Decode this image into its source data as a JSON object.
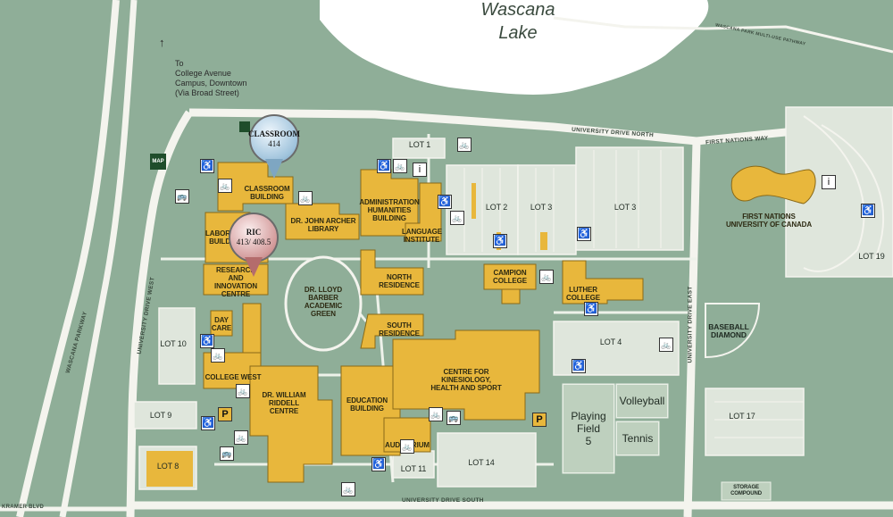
{
  "lake": {
    "name_line1": "Wascana",
    "name_line2": "Lake"
  },
  "directions": {
    "arrow": "↑",
    "text": "To\nCollege Avenue\nCampus, Downtown\n(Via Broad Street)"
  },
  "roads": {
    "university_drive_north": "UNIVERSITY DRIVE NORTH",
    "first_nations_way": "FIRST NATIONS WAY",
    "university_drive_west": "UNIVERSITY DRIVE WEST",
    "university_drive_east": "UNIVERSITY DRIVE EAST",
    "university_drive_south": "UNIVERSITY DRIVE SOUTH",
    "wascana_parkway": "WASCANA PARKWAY",
    "kramer_blvd": "KRAMER BLVD",
    "multi_use_pathway": "WASCANA PARK MULTI-USE PATHWAY"
  },
  "buildings": {
    "classroom": "CLASSROOM\nBUILDING",
    "archer": "DR. JOHN ARCHER\nLIBRARY",
    "admin": "ADMINISTRATION\nHUMANITIES\nBUILDING",
    "language": "LANGUAGE\nINSTITUTE",
    "lab": "LABORATORY\nBUILDING",
    "ric": "RESEARCH\nAND\nINNOVATION CENTRE",
    "north_res": "NORTH RESIDENCE",
    "south_res": "SOUTH RESIDENCE",
    "daycare": "DAY\nCARE",
    "college_west": "COLLEGE WEST",
    "riddell": "DR. WILLIAM\nRIDDELL\nCENTRE",
    "education": "EDUCATION\nBUILDING",
    "auditorium": "AUDITORIUM",
    "kinesiology": "CENTRE FOR\nKINESIOLOGY,\nHEALTH AND SPORT",
    "campion": "CAMPION\nCOLLEGE",
    "luther": "LUTHER\nCOLLEGE",
    "first_nations": "FIRST NATIONS\nUNIVERSITY OF CANADA"
  },
  "green": "DR. LLOYD\nBARBER\nACADEMIC\nGREEN",
  "lots": {
    "lot1": "LOT 1",
    "lot2": "LOT 2",
    "lot3a": "LOT 3",
    "lot3b": "LOT 3",
    "lot4": "LOT 4",
    "lot8": "LOT 8",
    "lot9": "LOT 9",
    "lot10": "LOT 10",
    "lot11": "LOT 11",
    "lot14": "LOT 14",
    "lot17": "LOT 17",
    "lot19": "LOT 19"
  },
  "fields": {
    "baseball": "BASEBALL\nDIAMOND",
    "volleyball": "Volleyball",
    "playing": "Playing\nField\n5",
    "tennis": "Tennis",
    "storage": "STORAGE\nCOMPOUND"
  },
  "map_sign": "MAP",
  "markers": {
    "classroom": {
      "title": "CLASSROOM",
      "room": "414"
    },
    "ric": {
      "title": "RIC",
      "room": "413/ 408.5"
    }
  },
  "icons": {
    "accessible": "♿",
    "bike": "🚲",
    "info": "i",
    "bus": "🚌",
    "parking": "P"
  },
  "colors": {
    "ground": "#8fae98",
    "lake": "#ffffff",
    "building": "#e8b73c",
    "building_stroke": "#8a6a18",
    "road": "#f4f4ee",
    "lot": "#dfe6dc",
    "green_oval": "#8fae98",
    "pin_blue": "#9fc3dc",
    "pin_red": "#d08b8b"
  }
}
